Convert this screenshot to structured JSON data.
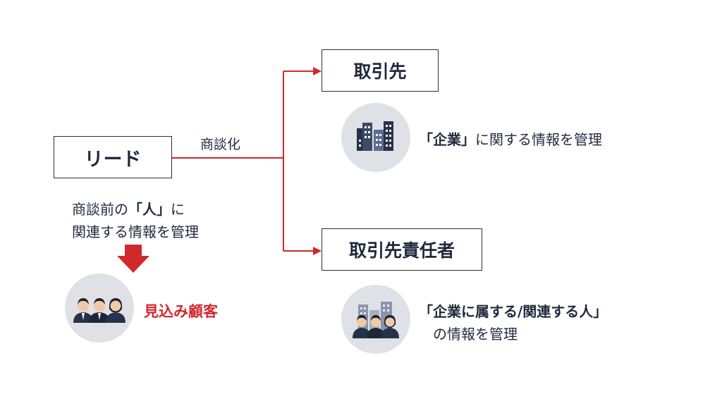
{
  "lead": {
    "title": "リード",
    "desc_line1_pre": "商談前の",
    "desc_line1_emph": "「人」",
    "desc_line1_post": "に",
    "desc_line2": "関連する情報を管理",
    "result_label": "見込み顧客"
  },
  "edge_label": "商談化",
  "account": {
    "title": "取引先",
    "desc_emph": "「企業」",
    "desc_rest": "に関する情報を管理"
  },
  "contact": {
    "title": "取引先責任者",
    "desc_line1": "「企業に属する/関連する人」",
    "desc_line2": "の情報を管理"
  },
  "colors": {
    "accent_red": "#d0292c",
    "text_navy": "#1f2a3c",
    "circle_bg": "#dfe1e7"
  },
  "icons": {
    "account": "building-icon",
    "contact": "people-with-buildings-icon",
    "lead": "people-icon",
    "down": "down-arrow-icon"
  }
}
